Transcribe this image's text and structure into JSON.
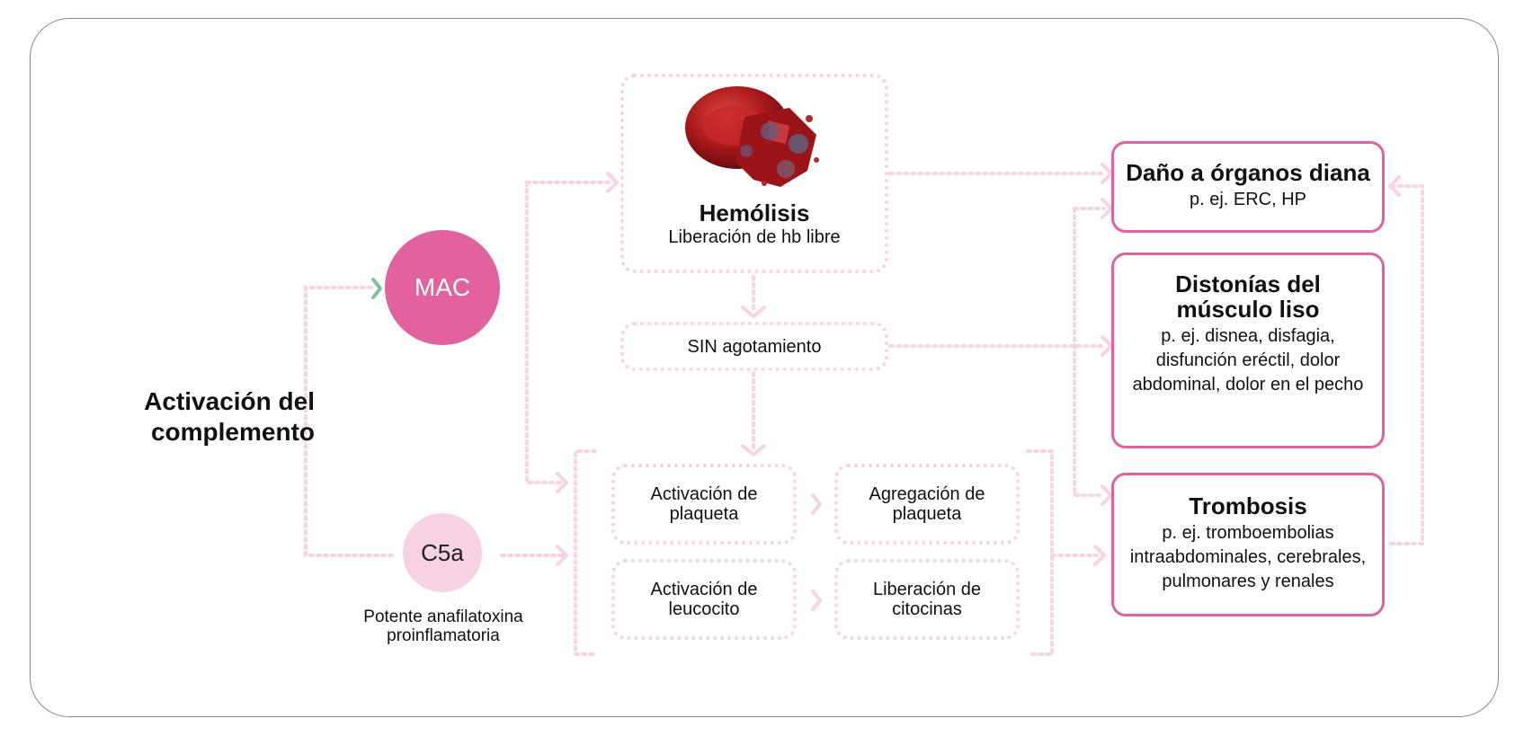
{
  "main_title": "Activación del complemento",
  "mac_label": "MAC",
  "c5a_label": "C5a",
  "c5a_note": "Potente anafilatoxina proinflamatoria",
  "hemolysis": {
    "title": "Hemólisis",
    "subtitle": "Liberación de hb libre"
  },
  "sin_box": "SIN agotamiento",
  "cells": {
    "platelet_activation": "Activación de plaqueta",
    "platelet_aggregation": "Agregación de plaqueta",
    "leukocyte_activation": "Activación de leucocito",
    "cytokine_release": "Liberación de citocinas"
  },
  "outcomes": {
    "organ_damage": {
      "title": "Daño a órganos diana",
      "detail": "p. ej. ERC, HP"
    },
    "smooth_muscle": {
      "title": "Distonías del músculo liso",
      "detail": "p. ej. disnea, disfagia, disfunción eréctil, dolor abdominal, dolor en el pecho"
    },
    "thrombosis": {
      "title": "Trombosis",
      "detail": "p. ej. tromboembolias intraabdominales, cerebrales, pulmonares y renales"
    }
  },
  "colors": {
    "accent_pink": "#e2619f",
    "light_pink": "#f6d2e4",
    "dotted_pink": "#f8d3e3",
    "green_chevron": "#7dc49b"
  },
  "icons": [
    "red-blood-cell-image",
    "chevron-right-icon"
  ]
}
